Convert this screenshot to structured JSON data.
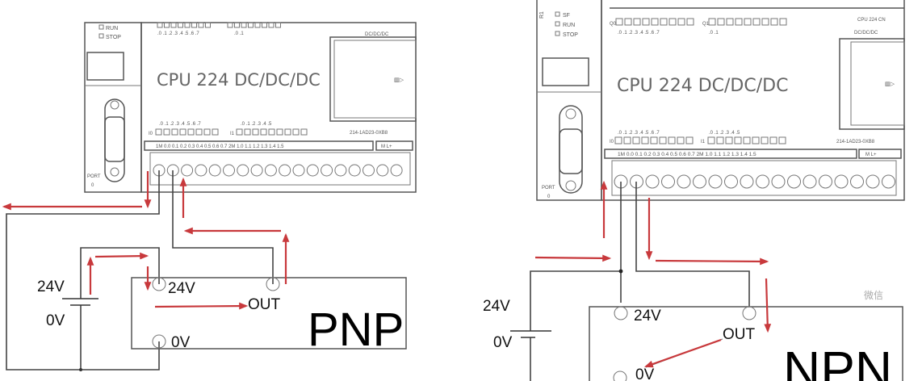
{
  "pnp_panel": {
    "leds": [
      "RUN",
      "STOP"
    ],
    "output_bits": ".0 .1 .2 .3 .4 .5 .6 .7",
    "output_bits_q1": ".0 .1",
    "cpu_label": "CPU 224 DC/DC/DC",
    "cartridge_label": "DC/DC/DC",
    "input_bits_i0": ".0 .1 .2 .3 .4 .5 .6 .7",
    "input_bits_i1": ".0 .1 .2 .3 .4 .5",
    "i0": "I0",
    "i1": "I1",
    "part_number": "214-1AD23-0XB8",
    "terminal_strip": "1M 0.0 0.1 0.2 0.3 0.4 0.5 0.6 0.7 2M 1.0 1.1 1.2 1.3 1.4 1.5",
    "power_strip": "M  L+",
    "port": "PORT",
    "port_num": "0",
    "supply_pos": "24V",
    "supply_neg": "0V",
    "sensor_24v": "24V",
    "sensor_out": "OUT",
    "sensor_0v": "0V",
    "sensor_type": "PNP"
  },
  "npn_panel": {
    "corner_label": "R1",
    "leds": [
      "SF",
      "RUN",
      "STOP"
    ],
    "q0": "Q0",
    "q1": "Q1",
    "output_bits": ".0 .1 .2 .3 .4 .5 .6 .7",
    "output_bits_q1": ".0 .1",
    "model_label": "CPU 224 CN",
    "cartridge_label": "DC/DC/DC",
    "cpu_label": "CPU 224 DC/DC/DC",
    "input_bits_i0": ".0 .1 .2 .3 .4 .5 .6 .7",
    "input_bits_i1": ".0 .1 .2 .3 .4 .5",
    "i0": "I0",
    "i1": "I1",
    "part_number": "214-1AD23-0XB8",
    "terminal_strip": "1M 0.0 0.1 0.2 0.3 0.4 0.5 0.6 0.7 2M 1.0 1.1 1.2 1.3 1.4 1.5",
    "power_strip": "M  L+",
    "port": "PORT",
    "port_num": "0",
    "supply_pos": "24V",
    "supply_neg": "0V",
    "sensor_24v": "24V",
    "sensor_out": "OUT",
    "sensor_0v": "0V",
    "sensor_type": "NPN"
  },
  "watermark": "微信",
  "colors": {
    "current_arrow": "#c8393c",
    "wire": "#444444"
  }
}
